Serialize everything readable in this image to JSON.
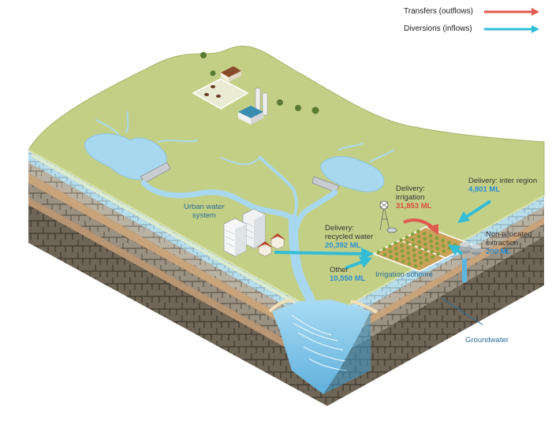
{
  "legend": {
    "transfers": "Transfers (outflows)",
    "diversions": "Diversions (inflows)"
  },
  "labels": {
    "urban": "Urban water\nsystem",
    "recycled_title": "Delivery:\nrecycled water",
    "recycled_value": "20,392 ML",
    "irrigation_title": "Delivery:\nirrigation",
    "irrigation_value": "31,853 ML",
    "inter_region_title": "Delivery: inter region",
    "inter_region_value": "4,801 ML",
    "non_allocated_title": "Non-allocated\nextraction",
    "non_allocated_value": "200 ML",
    "other_title": "Other",
    "other_value": "10,550 ML",
    "irrigation_scheme": "Irrigation scheme",
    "groundwater": "Groundwater"
  },
  "colors": {
    "outflow": "#e05a4f",
    "inflow": "#33bcd6",
    "land": "#c4cf86",
    "water": "#a8d8ef"
  }
}
